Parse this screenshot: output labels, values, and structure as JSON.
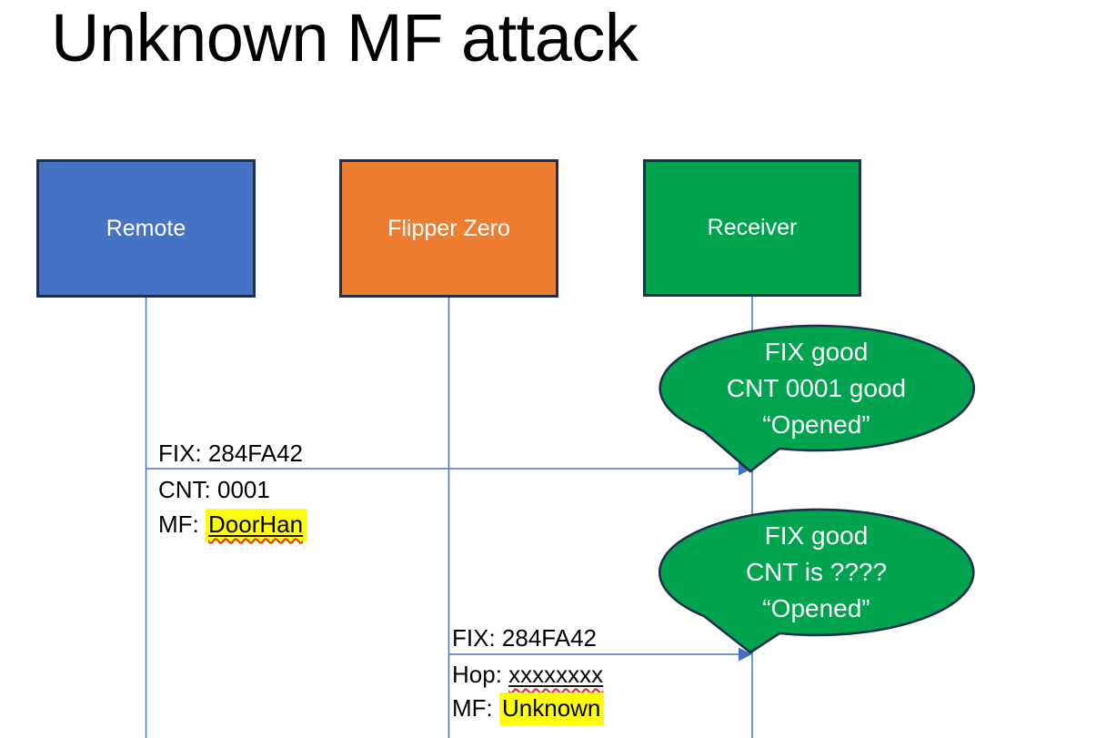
{
  "slide": {
    "title": "Unknown MF attack"
  },
  "actors": {
    "remote": {
      "label": "Remote",
      "fill": "#4472C4"
    },
    "flipper": {
      "label": "Flipper Zero",
      "fill": "#ED7D31"
    },
    "receiver": {
      "label": "Receiver",
      "fill": "#00A44F"
    }
  },
  "messages": {
    "m1": {
      "from": "Remote",
      "to": "Receiver",
      "fix": "FIX: 284FA42",
      "cnt": "CNT: 0001",
      "mf_prefix": "MF: ",
      "mf_value": "DoorHan"
    },
    "m2": {
      "from": "Flipper Zero",
      "to": "Receiver",
      "fix": "FIX: 284FA42",
      "hop_prefix": "Hop: ",
      "hop_value": "xxxxxxxx",
      "mf_prefix": "MF: ",
      "mf_value": "Unknown"
    }
  },
  "callouts": {
    "c1": {
      "line1": "FIX good",
      "line2": "CNT 0001 good",
      "line3": "“Opened”"
    },
    "c2": {
      "line1": "FIX good",
      "line2": "CNT is ????",
      "line3": "“Opened”"
    }
  },
  "colors": {
    "accent_blue": "#4472C4",
    "accent_orange": "#ED7D31",
    "accent_green": "#00A44F",
    "shape_border_navy": "#1E2F50",
    "highlight_yellow": "#FFFF00",
    "spellcheck_red": "#E02B20",
    "text_black": "#000000",
    "text_white": "#FFFFFF"
  }
}
